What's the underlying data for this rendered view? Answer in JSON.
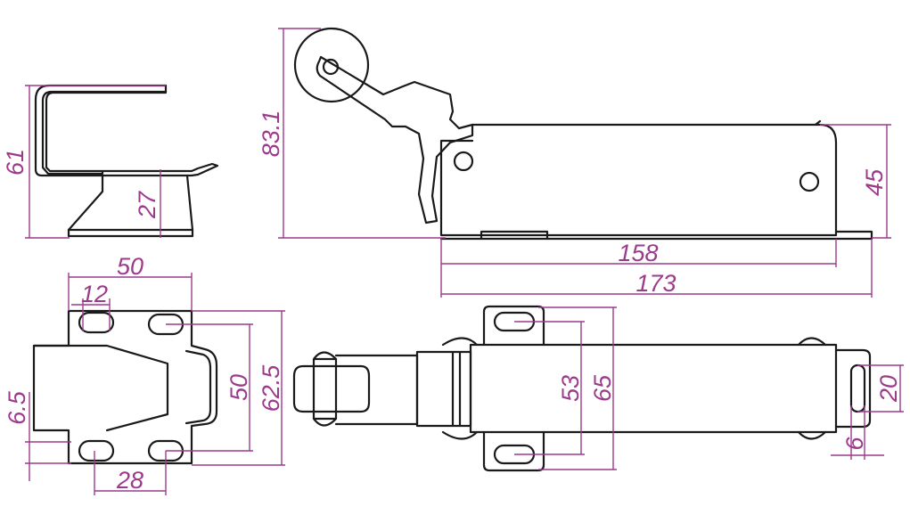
{
  "colors": {
    "part": "#1a1a1a",
    "dimension": "#9c3a8c",
    "background": "#ffffff"
  },
  "dimensions": {
    "side_height": "61",
    "side_base_height": "27",
    "front_height": "83.1",
    "front_body_height": "45",
    "front_length_inner": "158",
    "front_length_total": "173",
    "top_width": "50",
    "top_slot_spacing": "12",
    "top_hole_pitch_vertical": "50",
    "top_plate_height": "62.5",
    "top_edge_offset": "6.5",
    "top_hole_pitch_horizontal": "28",
    "plan_slot_pitch": "53",
    "plan_plate_height": "65",
    "plan_end_slot_length": "20",
    "plan_end_slot_width": "6"
  }
}
